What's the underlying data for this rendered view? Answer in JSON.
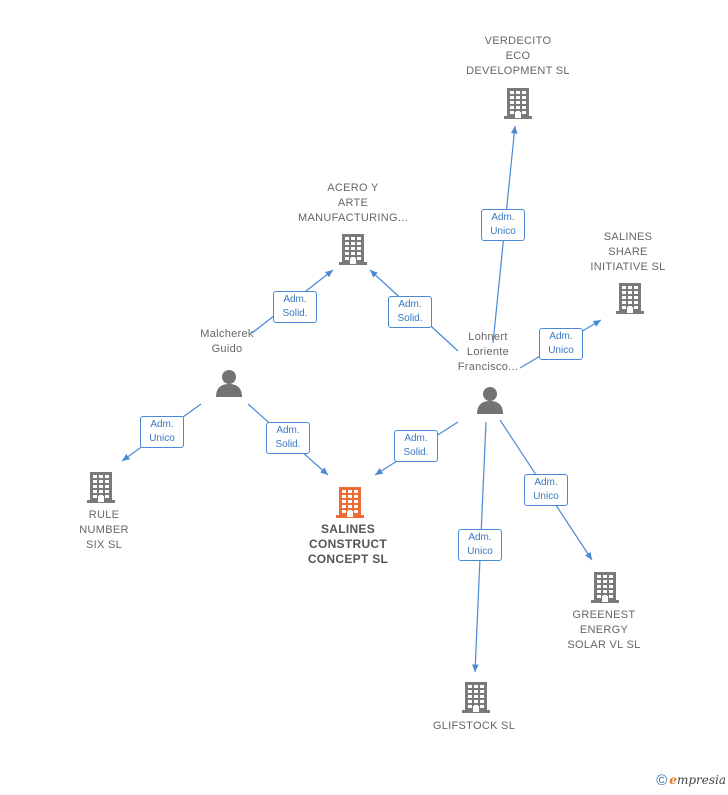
{
  "colors": {
    "edge": "#4a8ad4",
    "building": "#7a7a7a",
    "building_main": "#f06a35",
    "person": "#737373"
  },
  "nodes": [
    {
      "id": "verdecito",
      "type": "company",
      "label": "VERDECITO\nECO\nDEVELOPMENT SL"
    },
    {
      "id": "acero",
      "type": "company",
      "label": "ACERO Y\nARTE\nMANUFACTURING..."
    },
    {
      "id": "salines_share",
      "type": "company",
      "label": "SALINES\nSHARE\nINITIATIVE  SL"
    },
    {
      "id": "malcherek",
      "type": "person",
      "label": "Malcherek\nGuido"
    },
    {
      "id": "lohnert",
      "type": "person",
      "label": "Lohnert\nLoriente\nFrancisco..."
    },
    {
      "id": "rule",
      "type": "company",
      "label": "RULE\nNUMBER\nSIX  SL"
    },
    {
      "id": "salines_construct",
      "type": "company_main",
      "label": "SALINES\nCONSTRUCT\nCONCEPT  SL"
    },
    {
      "id": "greenest",
      "type": "company",
      "label": "GREENEST\nENERGY\nSOLAR VL SL"
    },
    {
      "id": "glifstock",
      "type": "company",
      "label": "GLIFSTOCK  SL"
    }
  ],
  "edges": [
    {
      "from": "lohnert",
      "to": "verdecito",
      "label": "Adm.\nUnico"
    },
    {
      "from": "malcherek",
      "to": "acero",
      "label": "Adm.\nSolid."
    },
    {
      "from": "lohnert",
      "to": "acero",
      "label": "Adm.\nSolid."
    },
    {
      "from": "lohnert",
      "to": "salines_share",
      "label": "Adm.\nUnico"
    },
    {
      "from": "malcherek",
      "to": "rule",
      "label": "Adm.\nUnico"
    },
    {
      "from": "malcherek",
      "to": "salines_construct",
      "label": "Adm.\nSolid."
    },
    {
      "from": "lohnert",
      "to": "salines_construct",
      "label": "Adm.\nSolid."
    },
    {
      "from": "lohnert",
      "to": "greenest",
      "label": "Adm.\nUnico"
    },
    {
      "from": "lohnert",
      "to": "glifstock",
      "label": "Adm.\nUnico"
    }
  ],
  "footer": {
    "copyright": "©",
    "brand_initial": "e",
    "brand_rest": "mpresia"
  }
}
